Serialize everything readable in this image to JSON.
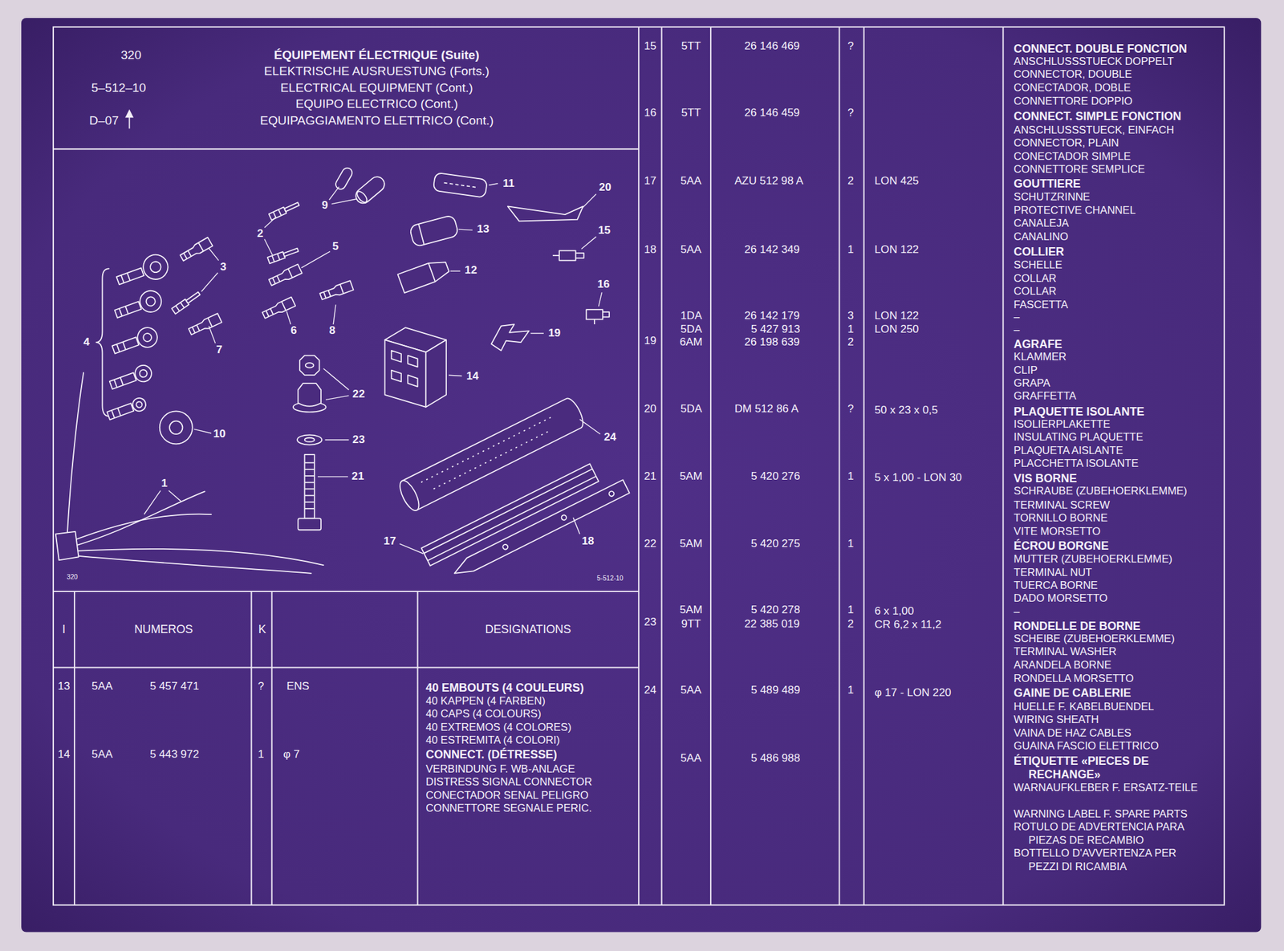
{
  "diagram": {
    "title": "ÉQUIPEMENT ÉLECTRIQUE (Suite)",
    "labels": [
      "320",
      "5–512–10",
      "D–07",
      "ELEKTRISCHE AUSRUESTUNG (Forts.)",
      "ELECTRICAL EQUIPMENT (Cont.)",
      "EQUIPO ELECTRICO (Cont.)",
      "EQUIPAGGIAMENTO ELETTRICO (Cont.)",
      "11",
      "20",
      "9",
      "2",
      "13",
      "15",
      "5",
      "3",
      "12",
      "16",
      "4",
      "6",
      "8",
      "19",
      "7",
      "14",
      "22",
      "10",
      "24",
      "23",
      "21",
      "1",
      "17",
      "18",
      "320",
      "5-512-10",
      "I",
      "NUMEROS",
      "K",
      "DESIGNATIONS",
      "13",
      "5AA",
      "5 457 471",
      "?",
      "ENS",
      "40 EMBOUTS (4 COULEURS)",
      "40 KAPPEN (4 FARBEN)",
      "40 CAPS (4 COLOURS)",
      "40 EXTREMOS (4 COLORES)",
      "40 ESTREMITA (4 COLORI)",
      "14",
      "5AA",
      "5 443 972",
      "1",
      "φ 7",
      "CONNECT. (DÉTRESSE)",
      "VERBINDUNG F. WB-ANLAGE",
      "DISTRESS SIGNAL CONNECTOR",
      "CONECTADOR SENAL PELIGRO",
      "CONNETTORE SEGNALE PERIC.",
      "15",
      "5TT",
      "26 146 469",
      "?",
      "CONNECT. DOUBLE FONCTION",
      "ANSCHLUSSSTUECK DOPPELT",
      "CONNECTOR, DOUBLE",
      "CONECTADOR, DOBLE",
      "CONNETTORE DOPPIO",
      "16",
      "5TT",
      "26 146 459",
      "?",
      "CONNECT. SIMPLE FONCTION",
      "ANSCHLUSSSTUECK, EINFACH",
      "CONNECTOR, PLAIN",
      "CONECTADOR SIMPLE",
      "CONNETTORE SEMPLICE",
      "17",
      "5AA",
      "AZU 512 98 A",
      "2",
      "LON 425",
      "GOUTTIERE",
      "SCHUTZRINNE",
      "PROTECTIVE CHANNEL",
      "CANALEJA",
      "CANALINO",
      "18",
      "5AA",
      "26 142 349",
      "1",
      "LON 122",
      "COLLIER",
      "SCHELLE",
      "COLLAR",
      "COLLAR",
      "FASCETTA",
      "1DA",
      "26 142 179",
      "3",
      "LON 122",
      "–",
      "5DA",
      "5 427 913",
      "1",
      "LON 250",
      "–",
      "19",
      "6AM",
      "26 198 639",
      "2",
      "AGRAFE",
      "KLAMMER",
      "CLIP",
      "GRAPA",
      "GRAFFETTA",
      "20",
      "5DA",
      "DM 512 86 A",
      "?",
      "50 x 23 x 0,5",
      "PLAQUETTE ISOLANTE",
      "ISOLIERPLAKETTE",
      "INSULATING PLAQUETTE",
      "PLAQUETA AISLANTE",
      "PLACCHETTA ISOLANTE",
      "21",
      "5AM",
      "5 420 276",
      "1",
      "5 x 1,00 - LON 30",
      "VIS BORNE",
      "SCHRAUBE (ZUBEHOERKLEMME)",
      "TERMINAL SCREW",
      "TORNILLO BORNE",
      "VITE MORSETTO",
      "22",
      "5AM",
      "5 420 275",
      "1",
      "ÉCROU BORGNE",
      "MUTTER (ZUBEHOERKLEMME)",
      "TERMINAL NUT",
      "TUERCA BORNE",
      "DADO MORSETTO",
      "5AM",
      "5 420 278",
      "1",
      "6 x 1,00",
      "–",
      "23",
      "9TT",
      "22 385 019",
      "2",
      "CR 6,2 x 11,2",
      "RONDELLE DE BORNE",
      "SCHEIBE (ZUBEHOERKLEMME)",
      "TERMINAL WASHER",
      "ARANDELA BORNE",
      "RONDELLA MORSETTO",
      "24",
      "5AA",
      "5 489 489",
      "1",
      "φ 17 - LON 220",
      "GAINE DE CABLERIE",
      "HUELLE F. KABELBUENDEL",
      "WIRING SHEATH",
      "VAINA DE HAZ CABLES",
      "GUAINA FASCIO ELETTRICO",
      "5AA",
      "5 486 988",
      "ÉTIQUETTE «PIECES DE RECHANGE»",
      "WARNAUFKLEBER F. ERSATZ-TEILE",
      "WARNING LABEL F. SPARE PARTS",
      "ROTULO DE ADVERTENCIA PARA PIEZAS DE RECAMBIO",
      "BOTTELLO D'AVVERTENZA PER PEZZI DI RICAMBIA"
    ]
  }
}
